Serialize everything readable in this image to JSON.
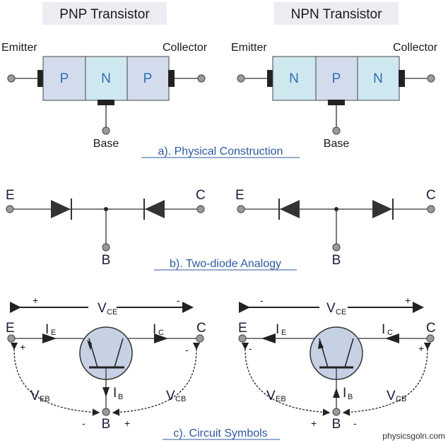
{
  "pnp": {
    "title": "PNP Transistor",
    "emitter": "Emitter",
    "collector": "Collector",
    "base": "Base",
    "regions": [
      "P",
      "N",
      "P"
    ]
  },
  "npn": {
    "title": "NPN Transistor",
    "emitter": "Emitter",
    "collector": "Collector",
    "base": "Base",
    "regions": [
      "N",
      "P",
      "N"
    ]
  },
  "sections": {
    "a": "a).  Physical Construction",
    "b": "b).  Two-diode Analogy",
    "c": "c).  Circuit Symbols"
  },
  "diode": {
    "pnp": {
      "e": "E",
      "c": "C",
      "b": "B"
    },
    "npn": {
      "e": "E",
      "c": "C",
      "b": "B"
    }
  },
  "symbols": {
    "pnp": {
      "e": "E",
      "c": "C",
      "b": "B",
      "vce": "V",
      "vce_sub": "CE",
      "ie": "I",
      "ie_sub": "E",
      "ic": "I",
      "ic_sub": "C",
      "ib": "I",
      "ib_sub": "B",
      "veb": "V",
      "veb_sub": "EB",
      "vcb": "V",
      "vcb_sub": "CB",
      "plus": "+",
      "minus": "-"
    },
    "npn": {
      "e": "E",
      "c": "C",
      "b": "B",
      "vce": "V",
      "vce_sub": "CE",
      "ie": "I",
      "ie_sub": "E",
      "ic": "I",
      "ic_sub": "C",
      "ib": "I",
      "ib_sub": "B",
      "veb": "V",
      "veb_sub": "EB",
      "vcb": "V",
      "vcb_sub": "CB",
      "plus": "+",
      "minus": "-"
    }
  },
  "colors": {
    "p_region": "#d3dced",
    "n_region": "#cfe8f0",
    "symbol_fill": "#c7d1e4"
  },
  "watermark": "physicsgoln.com"
}
